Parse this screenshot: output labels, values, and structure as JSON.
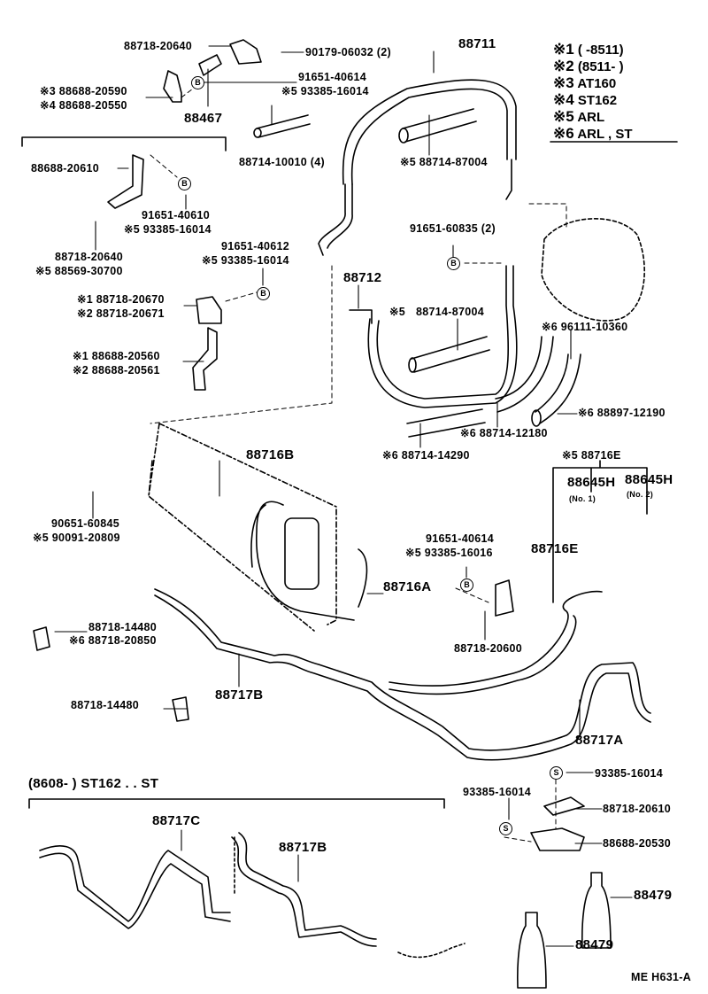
{
  "diagram": {
    "code": "ME H631-A",
    "legend": [
      {
        "key": "※1",
        "text": "(       -8511)"
      },
      {
        "key": "※2",
        "text": "(8511-       )"
      },
      {
        "key": "※3",
        "text": "AT160"
      },
      {
        "key": "※4",
        "text": "ST162"
      },
      {
        "key": "※5",
        "text": "ARL"
      },
      {
        "key": "※6",
        "text": "ARL  , ST"
      }
    ],
    "variant_note": "(8608-        ) ST162 . . ST",
    "markers": {
      "bolt": "B",
      "screw": "S"
    },
    "labels": {
      "p1": "88718-20640",
      "p2": "90179-06032 (2)",
      "p3": "88711",
      "p4a": "91651-40614",
      "p4b": "※5 93385-16014",
      "p5a": "※3 88688-20590",
      "p5b": "※4 88688-20550",
      "p6": "88467",
      "p7": "88714-10010 (4)",
      "p8": "※5 88714-87004",
      "p9": "88688-20610",
      "p10a": "91651-40610",
      "p10b": "※5 93385-16014",
      "p11a": "88718-20640",
      "p11b": "※5 88569-30700",
      "p12a": "91651-40612",
      "p12b": "※5 93385-16014",
      "p13a": "※1 88718-20670",
      "p13b": "※2 88718-20671",
      "p14a": "※1 88688-20560",
      "p14b": "※2 88688-20561",
      "p15": "91651-60835 (2)",
      "p16": "88712",
      "p17a": "※5",
      "p17b": "88714-87004",
      "p18": "※6 96111-10360",
      "p19": "※6 88897-12190",
      "p20": "※6 88714-12180",
      "p21": "※6 88714-14290",
      "p22": "※5 88716E",
      "p23a": "88645H",
      "p23b": "(No. 1)",
      "p24a": "88645H",
      "p24b": "(No. 2)",
      "p25": "88716B",
      "p26a": "90651-60845",
      "p26b": "※5 90091-20809",
      "p27a": "91651-40614",
      "p27b": "※5 93385-16016",
      "p28": "88716E",
      "p29": "88716A",
      "p30a": "88718-14480",
      "p30b": "※6 88718-20850",
      "p31": "88718-20600",
      "p32": "88717B",
      "p33": "88718-14480",
      "p34": "88717A",
      "p35": "93385-16014",
      "p36": "93385-16014",
      "p37": "88718-20610",
      "p38": "88688-20530",
      "p39": "88479",
      "p40": "88479",
      "p41": "88717C",
      "p42": "88717B"
    }
  }
}
